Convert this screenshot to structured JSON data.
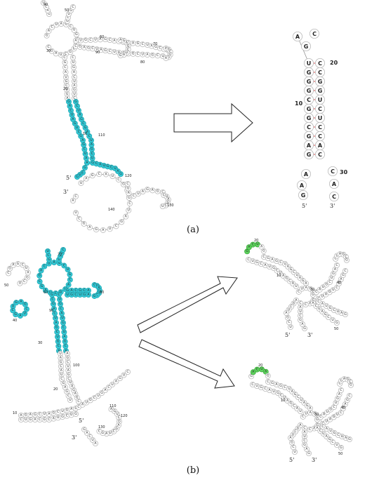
{
  "panels": [
    {
      "id": "a",
      "caption": "(a)"
    },
    {
      "id": "b",
      "caption": "(b)"
    }
  ],
  "ends": {
    "five": "5'",
    "three": "3'"
  },
  "panel_a_hairpin": {
    "left": [
      "U",
      "G",
      "G",
      "G",
      "C",
      "G",
      "G",
      "C",
      "G",
      "A",
      "G"
    ],
    "right": [
      "C",
      "C",
      "G",
      "G",
      "U",
      "C",
      "U",
      "C",
      "C",
      "A",
      "C"
    ],
    "loop": [
      "A",
      "G",
      "C"
    ],
    "numbers": [
      "20",
      "10",
      "30"
    ]
  },
  "structure_numbers": {
    "a_large": [
      "40",
      "50",
      "60",
      "70",
      "80",
      "90",
      "30",
      "20",
      "10",
      "110",
      "120",
      "130",
      "140"
    ],
    "b_large": [
      "70",
      "80",
      "50",
      "40",
      "60",
      "90",
      "30",
      "100",
      "20",
      "10",
      "110",
      "120",
      "130"
    ],
    "b_top": [
      "20",
      "10",
      "30",
      "40",
      "50"
    ],
    "b_bottom": [
      "20",
      "10",
      "30",
      "40",
      "50"
    ]
  },
  "colors": {
    "highlight": "#35c9d6",
    "loop_highlight": "#5fd35f",
    "pair_mark": "#d23b3b"
  }
}
